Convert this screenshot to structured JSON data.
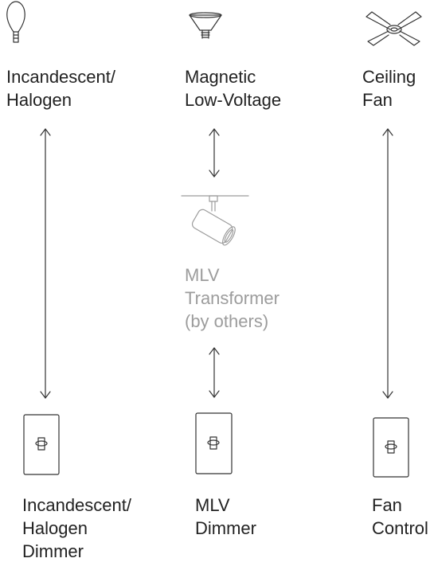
{
  "loads": {
    "incandescent": {
      "line1": "Incandescent/",
      "line2": "Halogen"
    },
    "mlv": {
      "line1": "Magnetic",
      "line2": "Low-Voltage"
    },
    "fan": {
      "line1": "Ceiling",
      "line2": "Fan"
    }
  },
  "transformer": {
    "line1": "MLV",
    "line2": "Transformer",
    "line3": "(by others)"
  },
  "controls": {
    "incandescent": {
      "line1": "Incandescent/",
      "line2": "Halogen",
      "line3": "Dimmer"
    },
    "mlv": {
      "line1": "MLV",
      "line2": "Dimmer"
    },
    "fan": {
      "line1": "Fan",
      "line2": "Control"
    }
  },
  "colors": {
    "text": "#222222",
    "muted": "#9c9c9c",
    "line": "#333333"
  },
  "icons": [
    "light-bulb-icon",
    "spot-lamp-icon",
    "ceiling-fan-icon",
    "track-light-icon",
    "wall-switch-icon"
  ]
}
